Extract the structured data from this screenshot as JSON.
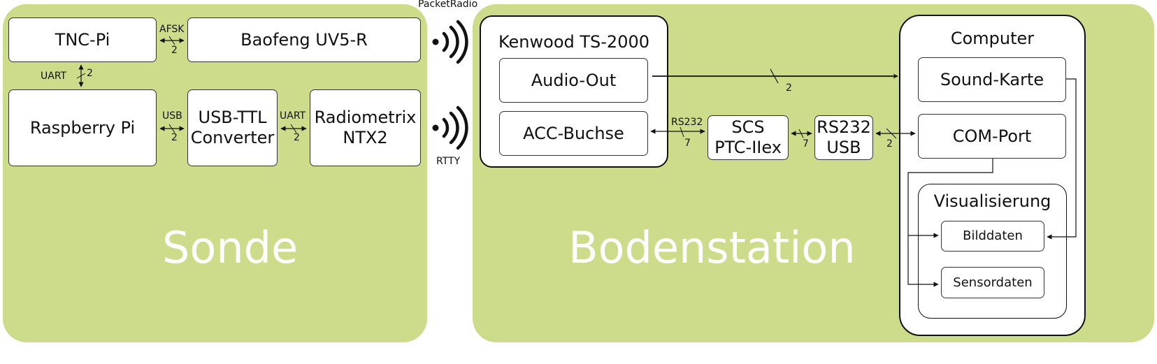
{
  "sonde": {
    "title": "Sonde",
    "tnc_pi": "TNC-Pi",
    "baofeng": "Baofeng UV5-R",
    "raspberry": "Raspberry Pi",
    "usb_ttl": "USB-TTL\nConverter",
    "radiometrix": "Radiometrix\nNTX2",
    "links": {
      "afsk": "AFSK",
      "afsk_n": "2",
      "uart_v": "UART",
      "uart_v_n": "2",
      "usb": "USB",
      "usb_n": "2",
      "uart_h": "UART",
      "uart_h_n": "2"
    }
  },
  "wireless": {
    "packet": "PacketRadio",
    "rtty": "RTTY"
  },
  "bodenstation": {
    "title": "Bodenstation",
    "kenwood": "Kenwood TS-2000",
    "audio_out": "Audio-Out",
    "acc": "ACC-Buchse",
    "scs": "SCS\nPTC-IIex",
    "rs232usb": "RS232\nUSB",
    "computer": "Computer",
    "sound": "Sound-Karte",
    "com": "COM-Port",
    "visual": "Visualisierung",
    "bild": "Bilddaten",
    "sensor": "Sensordaten",
    "links": {
      "audio_n": "2",
      "rs232": "RS232",
      "rs232_n": "7",
      "scs_usb_n": "7",
      "usb_com_n": "2"
    }
  },
  "colors": {
    "region": "#cddc8a",
    "region_text": "#ffffff"
  }
}
